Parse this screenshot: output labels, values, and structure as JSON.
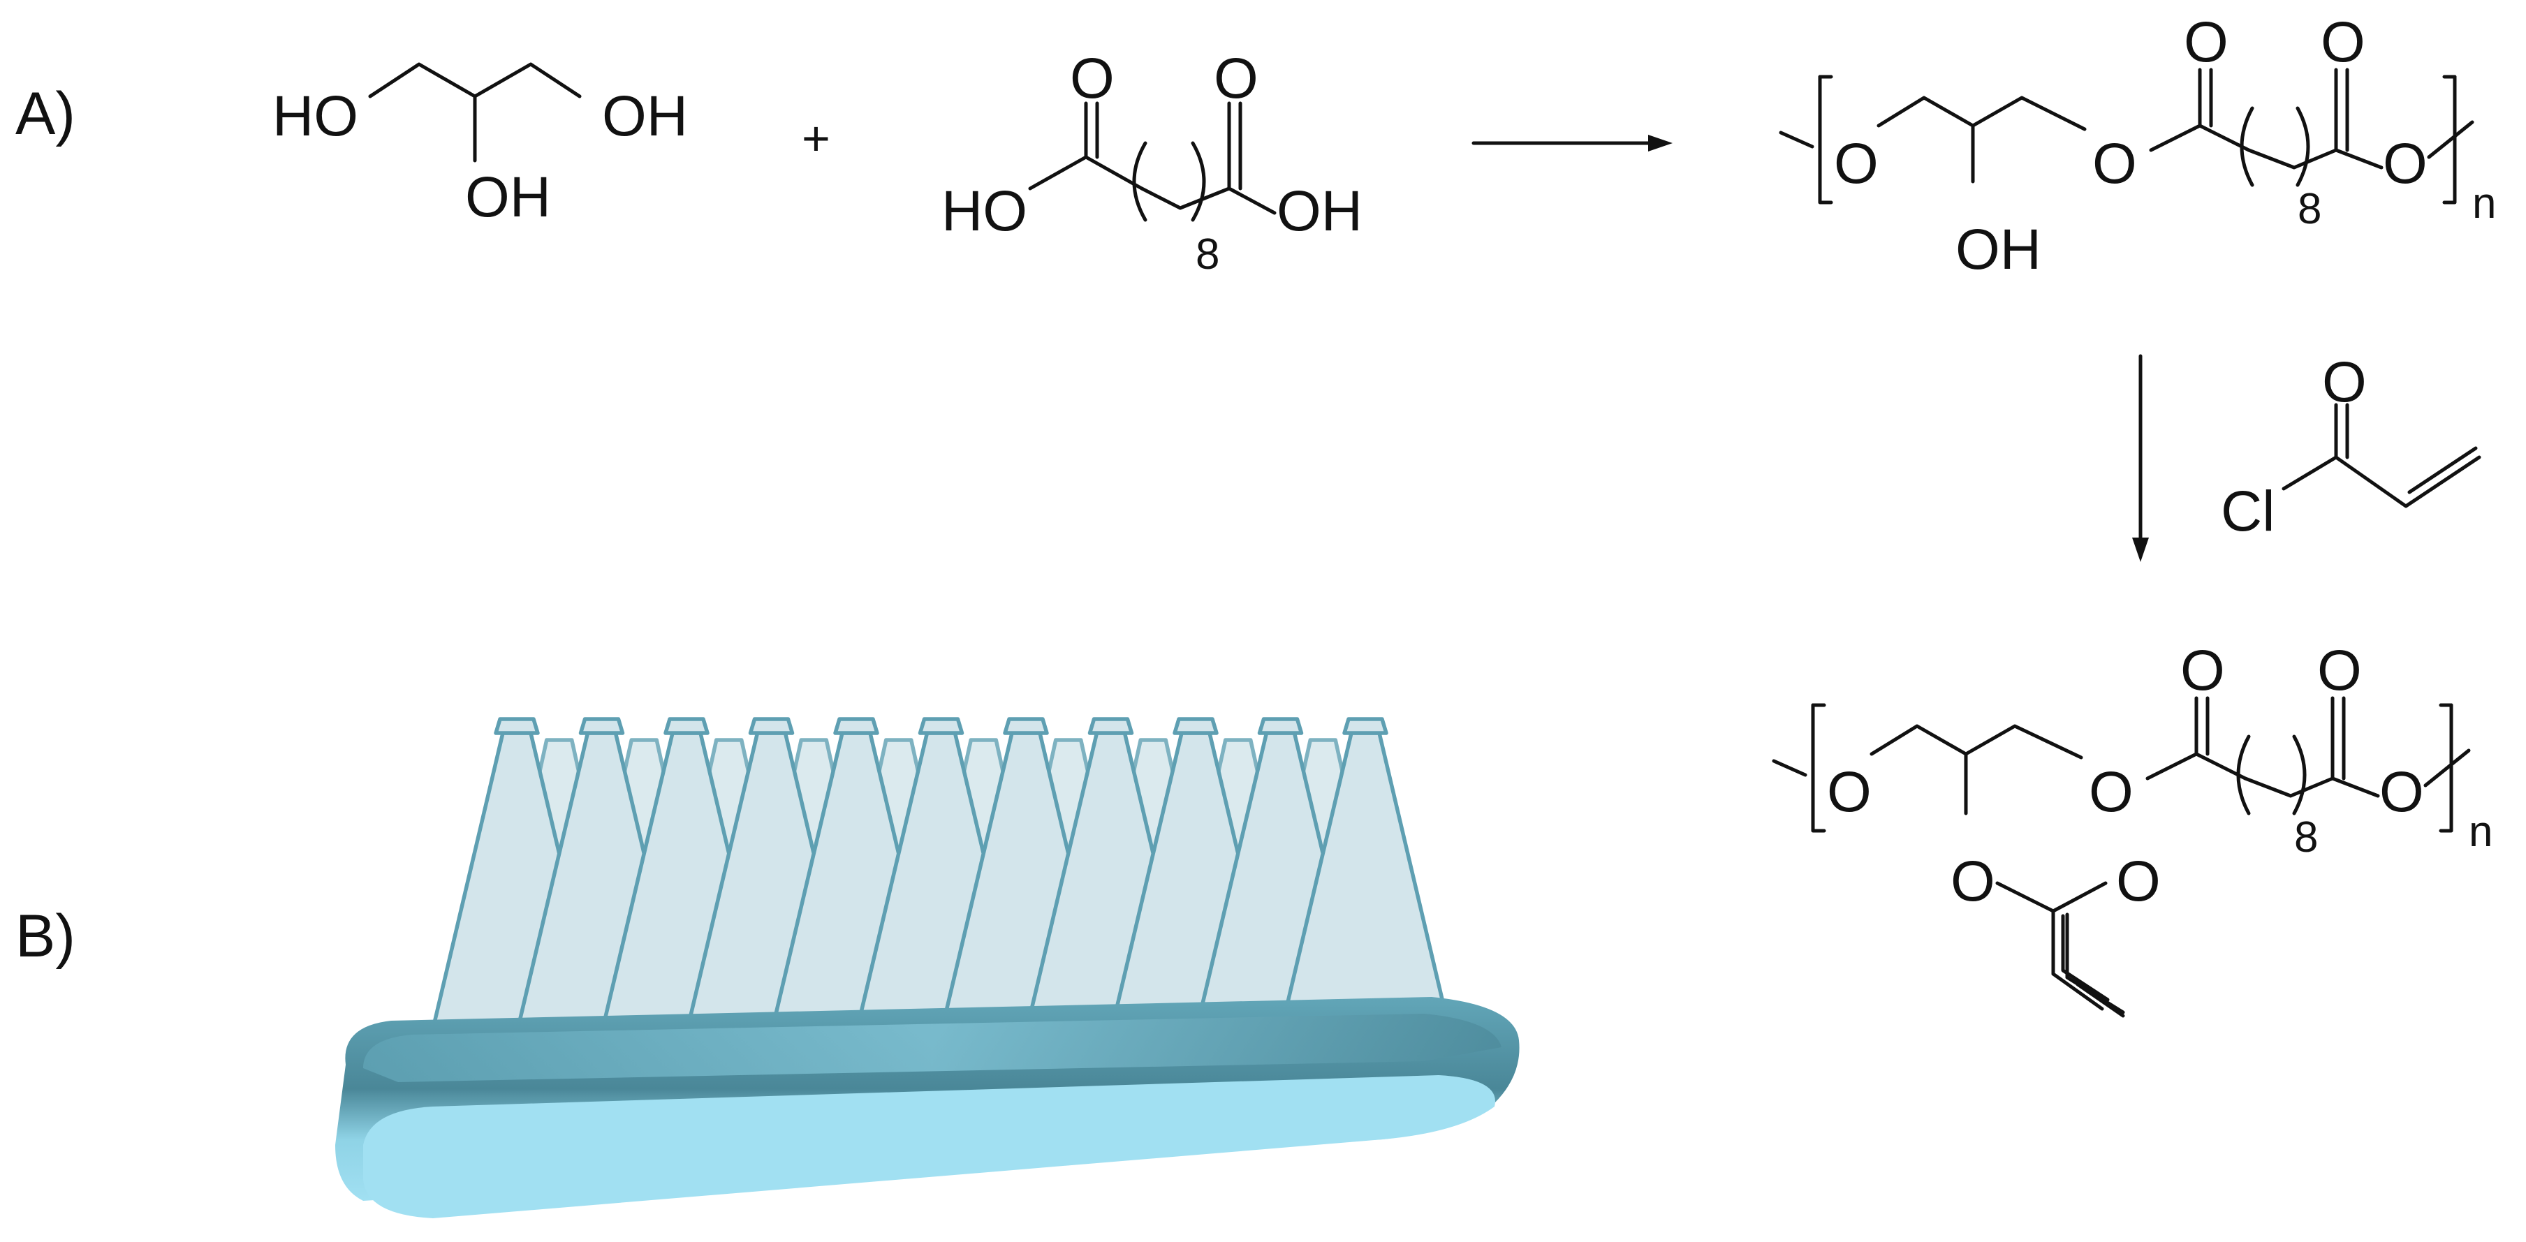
{
  "panels": {
    "a": "A)",
    "b": "B)"
  },
  "reaction1": {
    "glycerol": {
      "ho_left": "HO",
      "oh_right": "OH",
      "oh_bottom": "OH"
    },
    "plus": "+",
    "sebacic_acid": {
      "o_left": "O",
      "o_right": "O",
      "ho": "HO",
      "oh": "OH",
      "repeat": "8"
    }
  },
  "polymer1": {
    "o_left": "O",
    "o_mid": "O",
    "o_right": "O",
    "o_top1": "O",
    "o_top2": "O",
    "oh": "OH",
    "repeat": "8",
    "n": "n"
  },
  "reagent": {
    "o": "O",
    "cl": "Cl"
  },
  "polymer2": {
    "o_left": "O",
    "o_mid": "O",
    "o_right": "O",
    "o_top1": "O",
    "o_top2": "O",
    "o_side": "O",
    "o_carbonyl": "O",
    "repeat": "8",
    "n": "n"
  },
  "colors": {
    "cone_fill": "#d3e5eb",
    "cone_stroke": "#5e9fb2",
    "base_top": "#4f8ea0",
    "base_bottom": "#9fdff0"
  },
  "icons": {
    "microneedle": "microneedle-cone-icon",
    "patch": "patch-base-icon"
  }
}
